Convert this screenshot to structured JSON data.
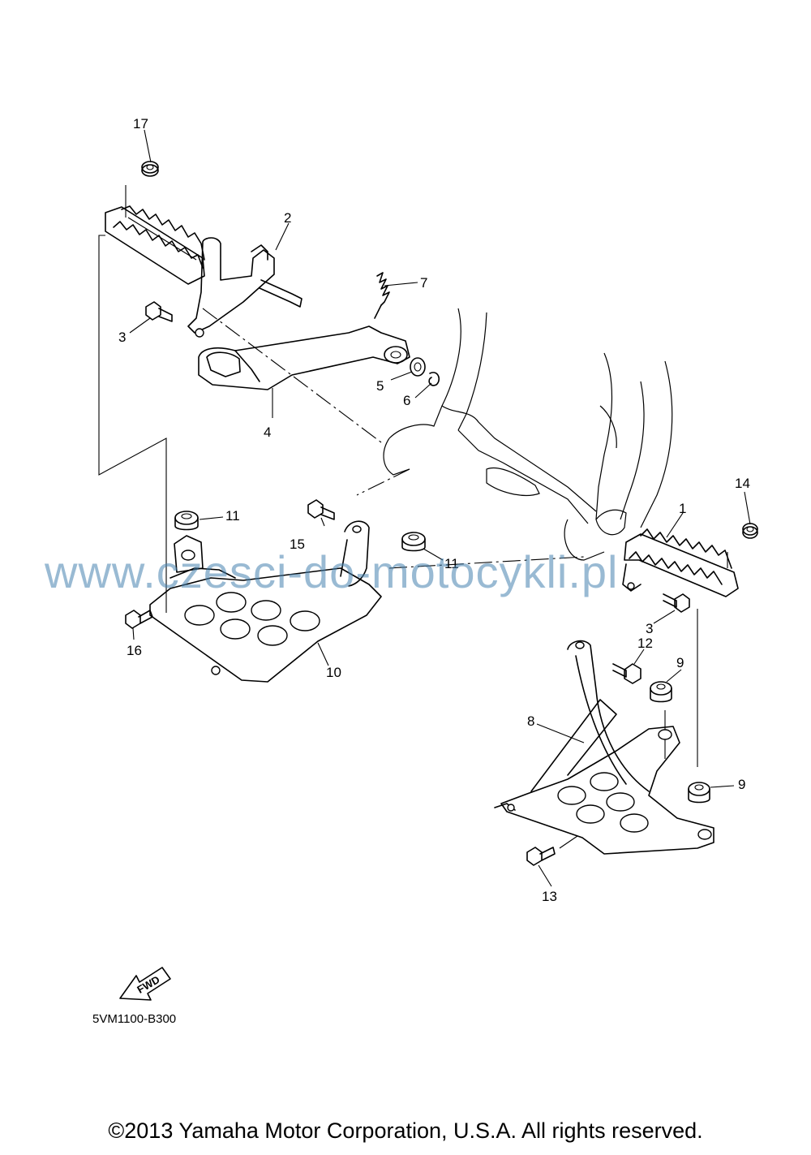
{
  "diagram_code": "5VM1100-B300",
  "copyright": "©2013 Yamaha Motor Corporation, U.S.A. All rights reserved.",
  "watermark": "www.czesci-do-motocykli.pl",
  "fwd_label": "FWD",
  "callouts": {
    "c1": "1",
    "c2": "2",
    "c3a": "3",
    "c3b": "3",
    "c4": "4",
    "c5": "5",
    "c6": "6",
    "c7": "7",
    "c8": "8",
    "c9a": "9",
    "c9b": "9",
    "c10": "10",
    "c11a": "11",
    "c11b": "11",
    "c12": "12",
    "c13": "13",
    "c14": "14",
    "c15": "15",
    "c16": "16",
    "c17": "17"
  }
}
